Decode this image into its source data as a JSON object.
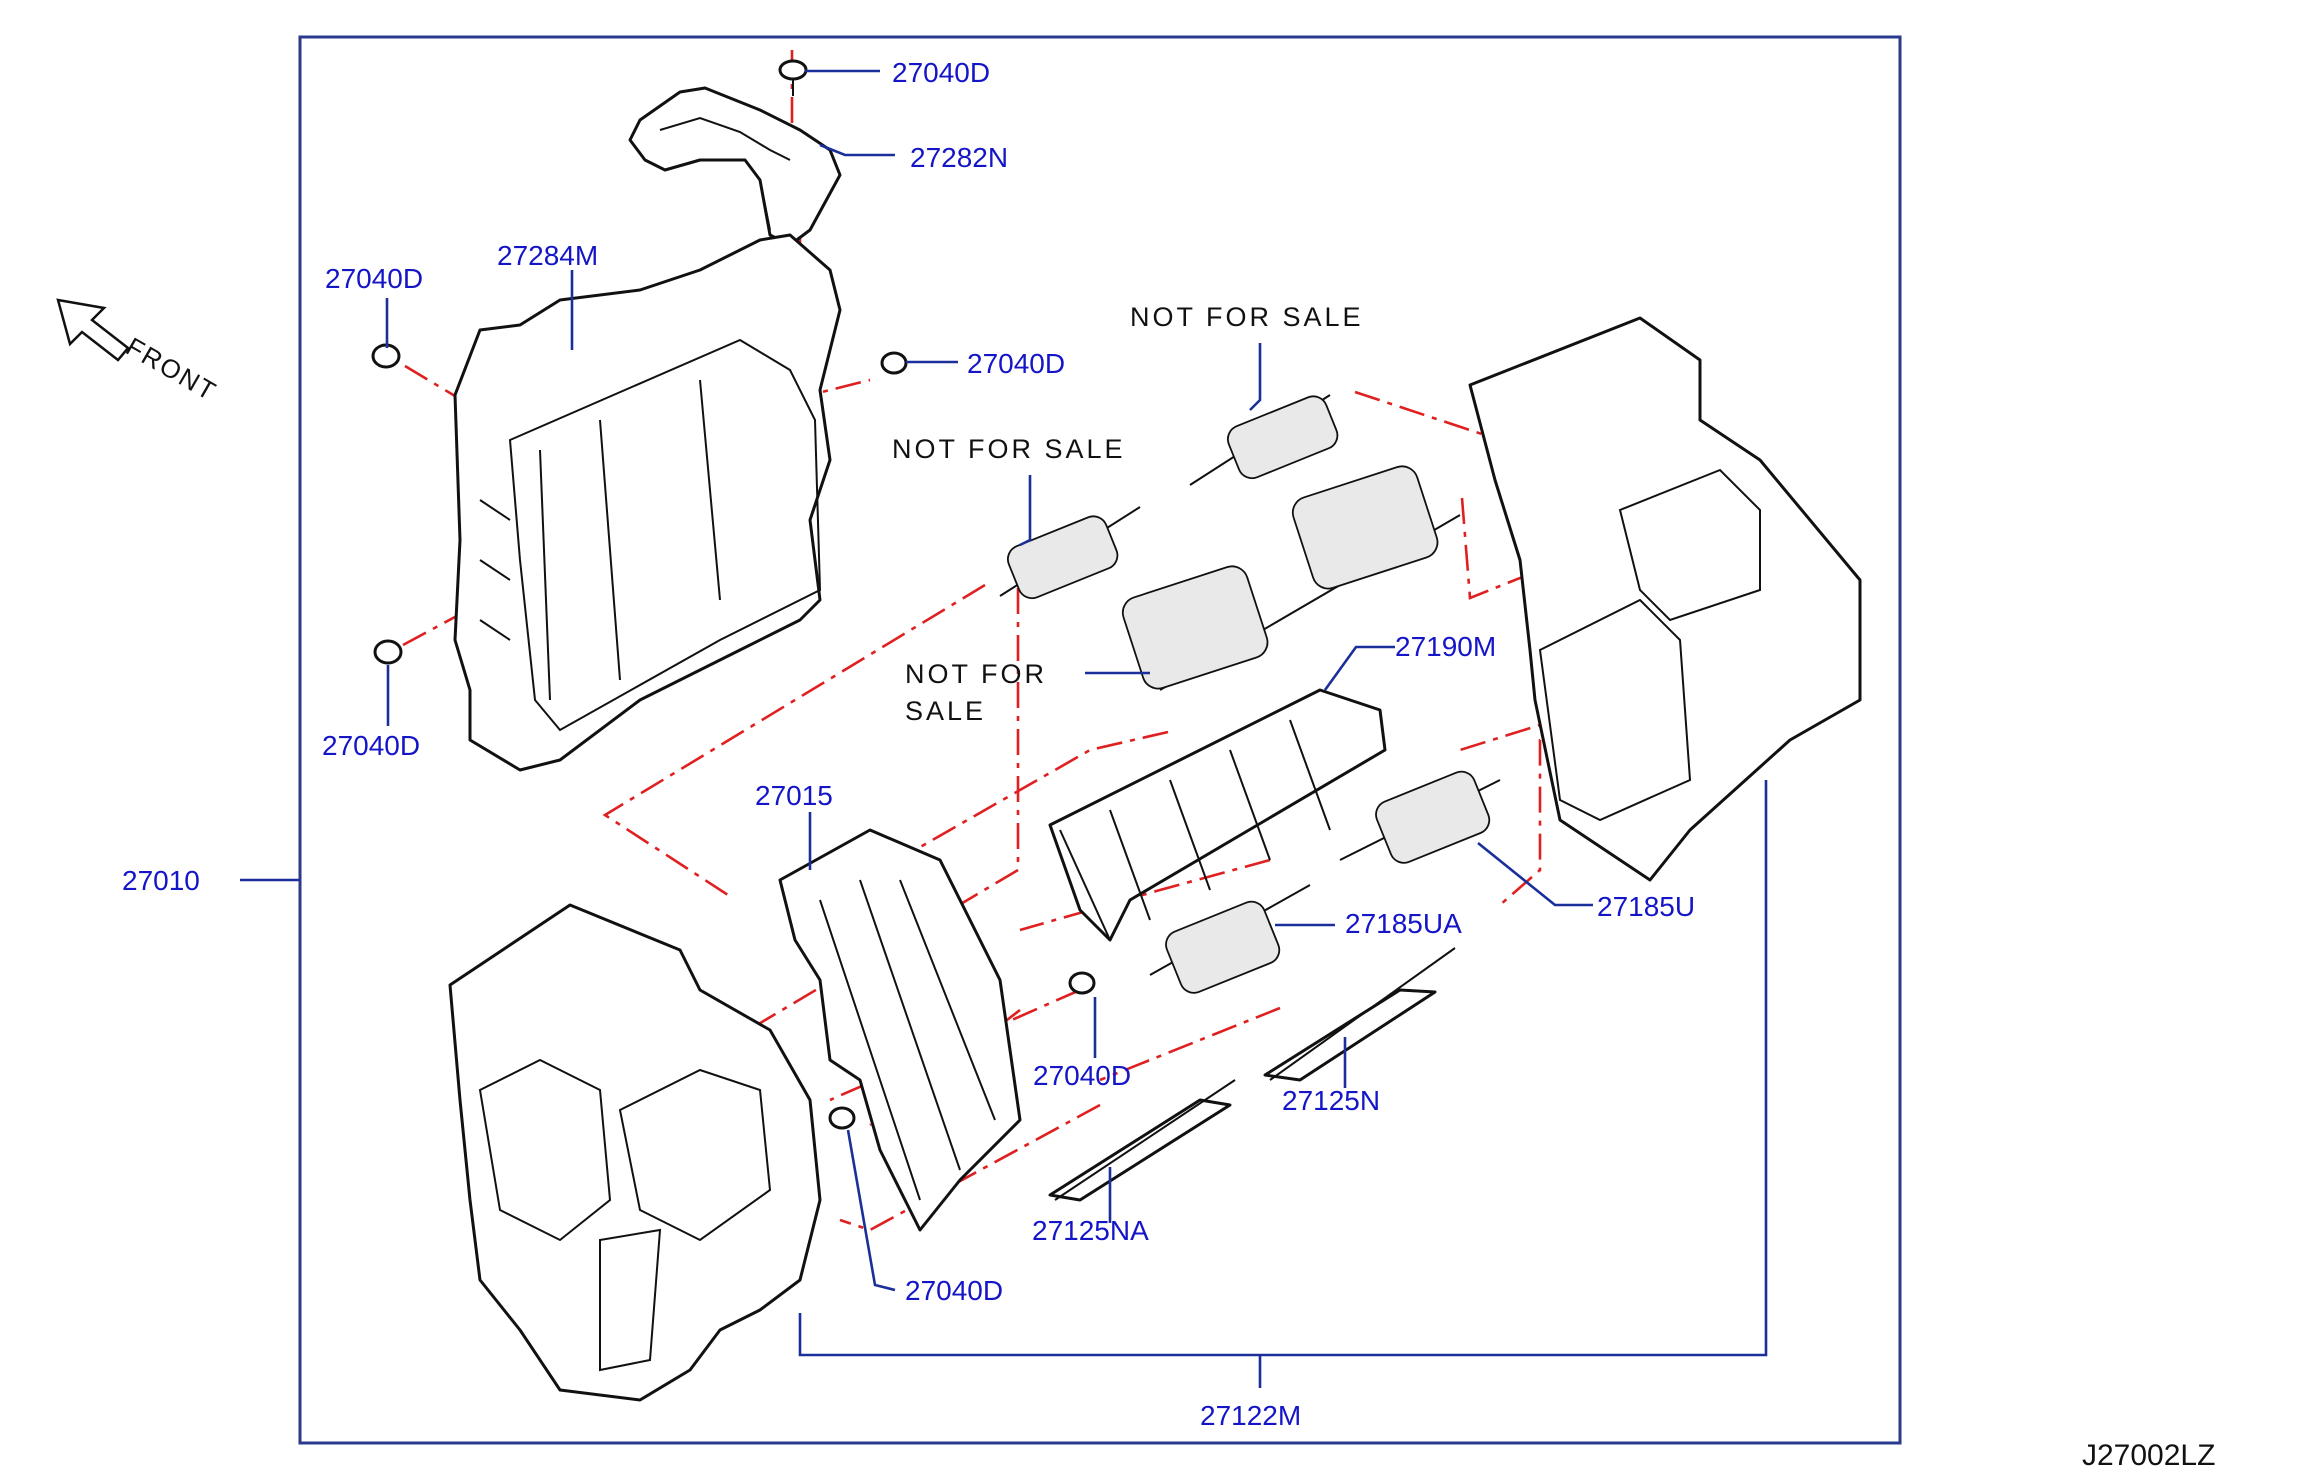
{
  "labels": {
    "screw_top": "27040D",
    "duct_cover": "27282N",
    "screw_upper_left": "27040D",
    "case_upper": "27284M",
    "screw_upper_right": "27040D",
    "screw_mid_left": "27040D",
    "assembly": "27010",
    "link": "27015",
    "nfs_1": "NOT FOR SALE",
    "nfs_2": "NOT FOR SALE",
    "nfs_3_line1": "NOT FOR",
    "nfs_3_line2": "SALE",
    "evaporator": "27190M",
    "door_ua": "27185UA",
    "door_u": "27185U",
    "screw_center": "27040D",
    "filter_n": "27125N",
    "filter_na": "27125NA",
    "screw_bottom": "27040D",
    "case_lower": "27122M"
  },
  "front_label": "FRONT",
  "diagram_code": "J27002LZ",
  "colors": {
    "callout": "#1515c8",
    "leader": "#1a2f9a",
    "phantom_line": "#e02020",
    "drawing": "#111111"
  }
}
